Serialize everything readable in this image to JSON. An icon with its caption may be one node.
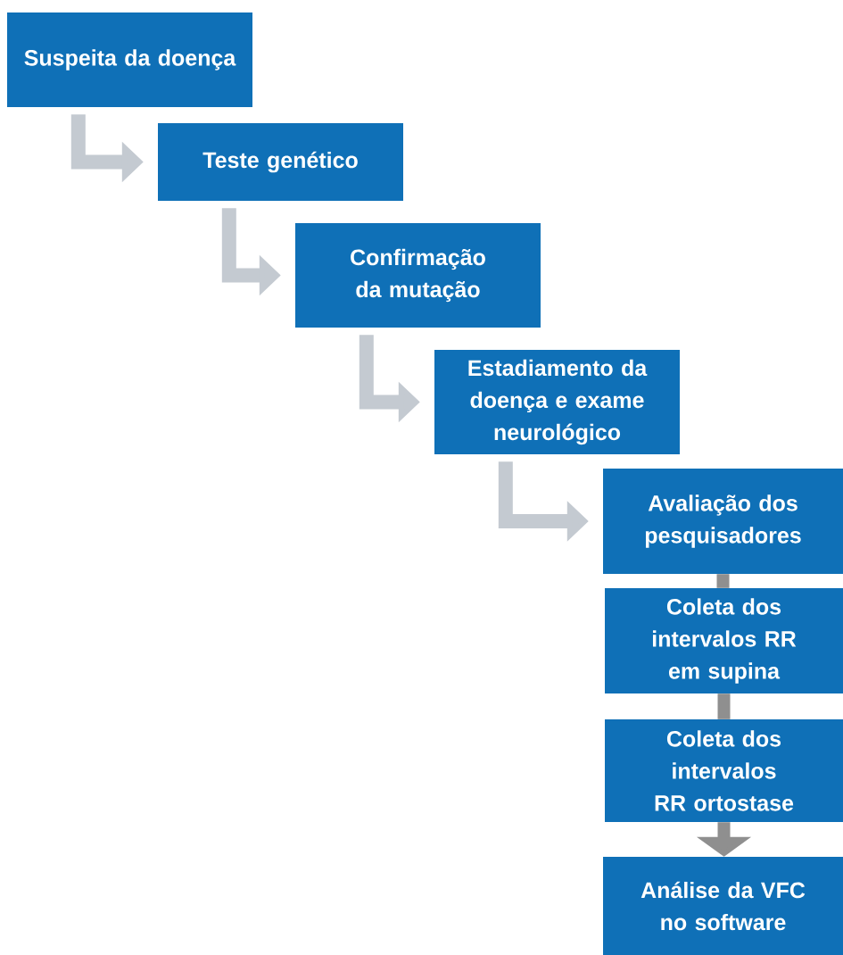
{
  "diagram": {
    "nodes": [
      {
        "text": [
          "Suspeita da doença"
        ]
      },
      {
        "text": [
          "Teste genético"
        ]
      },
      {
        "text": [
          "Confirmação da mutação"
        ]
      },
      {
        "text": [
          "Estadiamento da doença e exame neurológico"
        ]
      },
      {
        "text": [
          "Avaliação dos pesquisadores"
        ]
      },
      {
        "text": [
          "Coleta dos intervalos RR em supina"
        ]
      },
      {
        "text": [
          "Coleta dos intervalos RR ortostase"
        ]
      },
      {
        "text": [
          "Análise da VFC no software"
        ]
      }
    ],
    "edges": [
      {
        "from": 0,
        "to": 1,
        "arrow": "to"
      },
      {
        "from": 1,
        "to": 2,
        "arrow": "to"
      },
      {
        "from": 2,
        "to": 3,
        "arrow": "to"
      },
      {
        "from": 3,
        "to": 4,
        "arrow": "to"
      },
      {
        "from": 4,
        "to": 5,
        "arrow": "none",
        "color": "#8f8f8f"
      },
      {
        "from": 5,
        "to": 6,
        "arrow": "none",
        "color": "#8f8f8f"
      },
      {
        "from": 6,
        "to": 7,
        "arrow": "to",
        "color": "#8f8f8f"
      }
    ]
  }
}
